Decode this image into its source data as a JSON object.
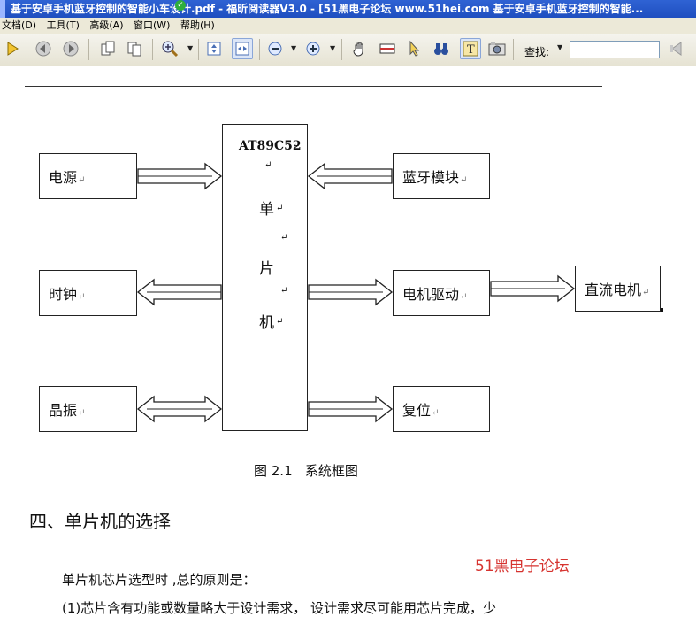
{
  "window": {
    "title": "基于安卓手机蓝牙控制的智能小车设计.pdf - 福昕阅读器V3.0 - [51黑电子论坛 www.51hei.com 基于安卓手机蓝牙控制的智能..."
  },
  "menu": {
    "items": [
      "文档(D)",
      "工具(T)",
      "高级(A)",
      "窗口(W)",
      "帮助(H)"
    ]
  },
  "toolbar": {
    "search_label": "查找:",
    "search_value": ""
  },
  "diagram": {
    "power": "电源",
    "clock": "时钟",
    "crystal": "晶振",
    "mcu_model": "AT89C52",
    "mcu_chars": [
      "单",
      "片",
      "机"
    ],
    "bluetooth": "蓝牙模块",
    "motor_driver": "电机驱动",
    "reset": "复位",
    "dc_motor": "直流电机",
    "para_mark": "↵"
  },
  "document": {
    "caption": "图 2.1   系统框图",
    "section_title": "四、单片机的选择",
    "watermark": "51黑电子论坛",
    "para1": "单片机芯片选型时 ,总的原则是：",
    "para2": "(1)芯片含有功能或数量略大于设计需求，    设计需求尽可能用芯片完成，少"
  }
}
